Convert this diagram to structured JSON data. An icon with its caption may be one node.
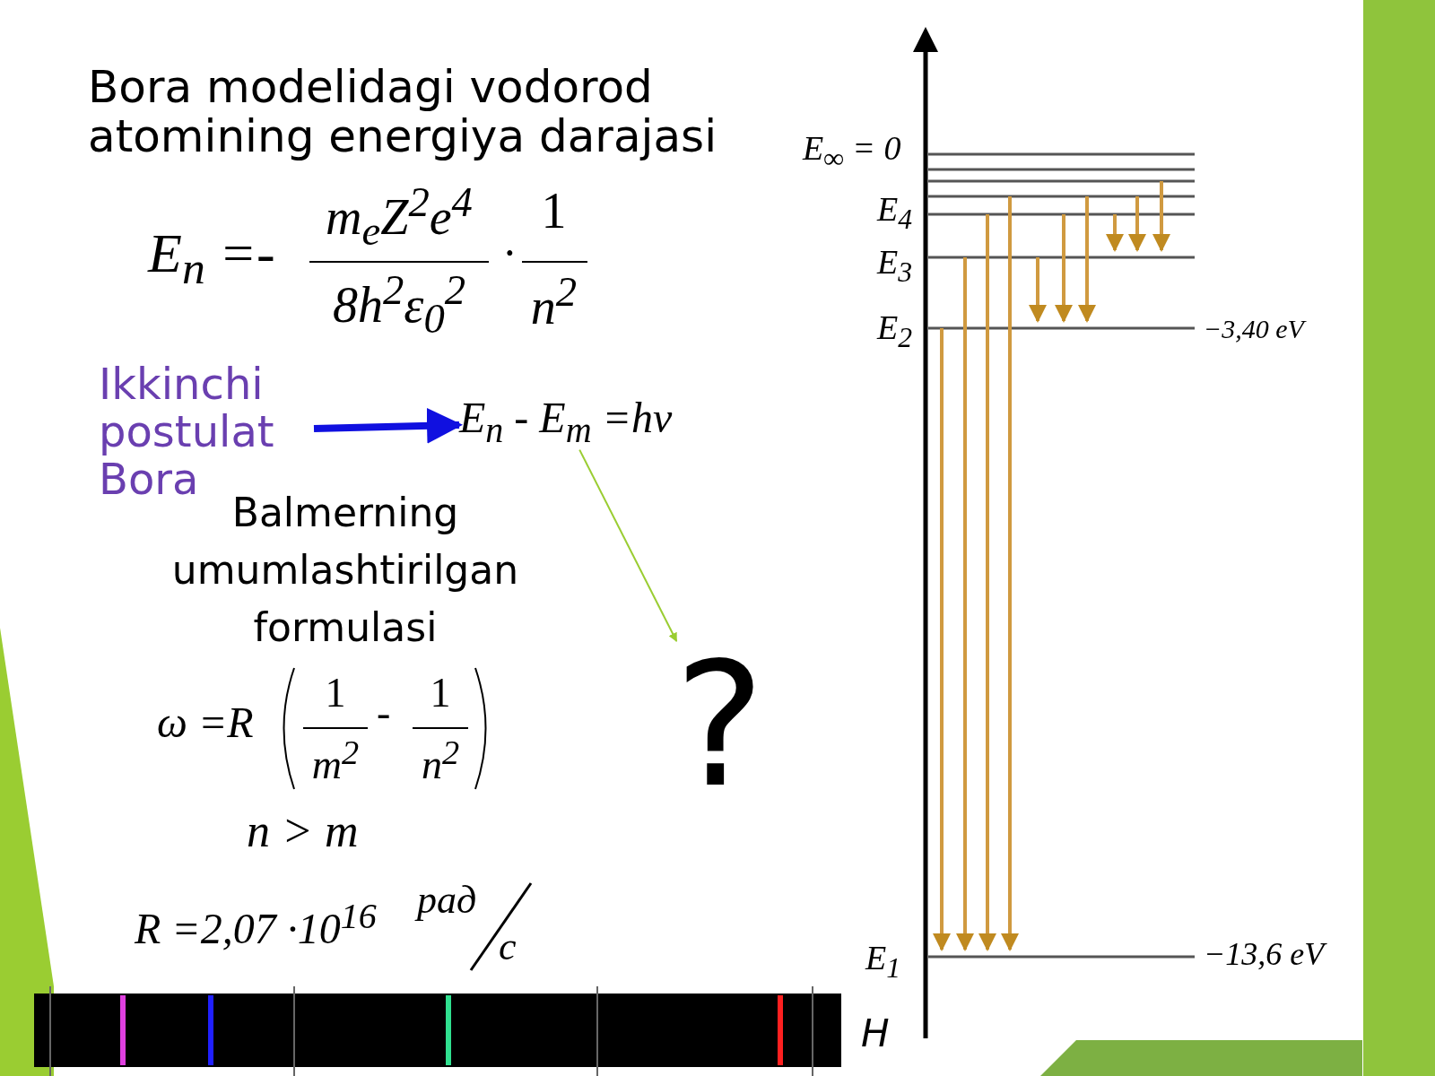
{
  "diagram": {
    "title": "Bora modelidagi vodorod atomining energiya darajasi",
    "nodes": [
      {
        "text": [
          "Ikkinchi postulat Bora"
        ]
      },
      {
        "text": [
          "E$_{n}$ - E$_{m}$ =hν"
        ]
      },
      {
        "text": [
          "?"
        ]
      }
    ],
    "edges": [
      {
        "from": 0,
        "to": 1,
        "arrow": "to",
        "style": "thick",
        "color": "#1010e0"
      },
      {
        "from": 1,
        "to": 2,
        "arrow": "to",
        "color": "#9acd32"
      }
    ],
    "labels": [
      "E$_{n}$ =-",
      "m$_{e}$Z$^{2}$e$^{4}$",
      "8h$^{2}$ε$_{0}$$^{2}$",
      "·",
      "1",
      "n$^{2}$",
      "Balmerning umumlashtirilgan formulasi",
      "ω =R",
      "1",
      "m$^{2}$",
      "-",
      "1",
      "n$^{2}$",
      "n > m",
      "R =2,07 ·10$^{16}$",
      "рад",
      "c",
      "E$_{∞}$ = 0",
      "E$_{4}$",
      "E$_{3}$",
      "E$_{2}$",
      "−3,40 eV",
      "E$_{1}$",
      "−13,6 eV",
      "H"
    ]
  }
}
